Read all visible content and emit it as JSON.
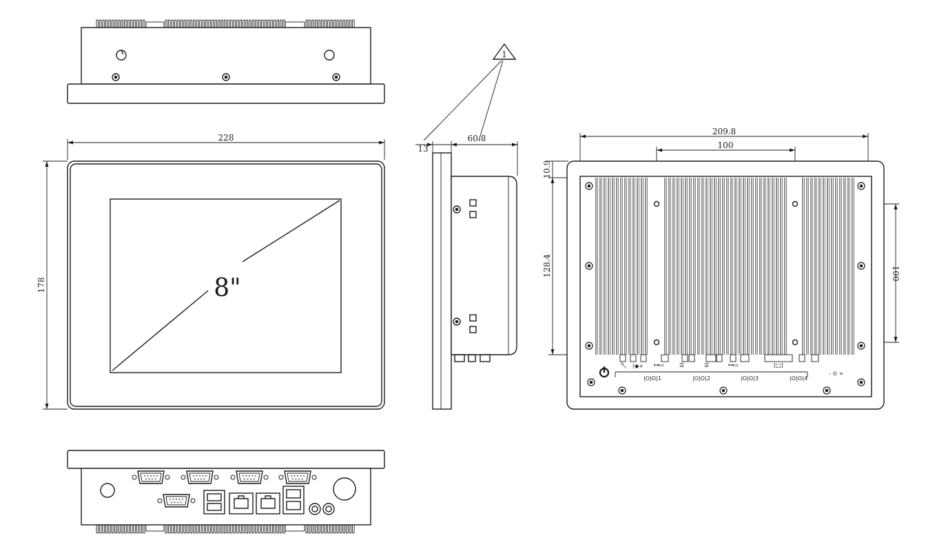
{
  "dimensions": {
    "front_width": "228",
    "front_height": "178",
    "screen_size": "8\"",
    "side_bezel": "13",
    "side_depth": "60.8",
    "rear_width": "209.8",
    "rear_vesa_horizontal": "100",
    "rear_vesa_vertical": "100",
    "rear_top_offset": "10.9",
    "rear_height": "128.4"
  },
  "note_marker": "1",
  "rear_port_labels": {
    "com1": "1",
    "com2": "2",
    "com3": "3",
    "com4": "4"
  },
  "colors": {
    "line": "#1a1a1a",
    "background": "#ffffff"
  }
}
